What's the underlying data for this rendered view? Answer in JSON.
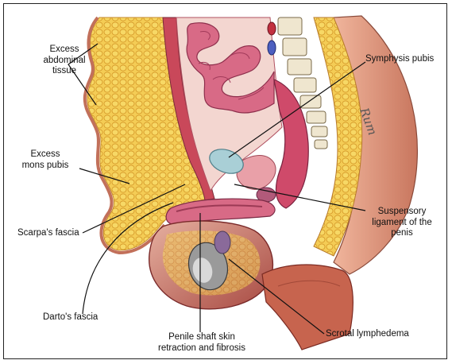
{
  "labels": {
    "excess_abdominal_tissue": "Excess\nabdominal\ntissue",
    "symphysis_pubis": "Symphysis pubis",
    "excess_mons_pubis": "Excess\nmons pubis",
    "scarpas_fascia": "Scarpa's fascia",
    "suspensory_ligament": "Suspensory\nligament of the\npenis",
    "dartos_fascia": "Darto's fascia",
    "penile_shaft": "Penile shaft skin\nretraction and fibrosis",
    "scrotal_lymphedema": "Scrotal lymphedema"
  },
  "signature": "Rum",
  "colors": {
    "fat": "#f2c64a",
    "fat_dark": "#d99a28",
    "skin": "#e8a48a",
    "skin_dark": "#c06a58",
    "bowel": "#d9728a",
    "bowel_dark": "#9c3a55",
    "bone": "#efe6cf",
    "bladder": "#a9cfd6",
    "leader": "#111111"
  }
}
